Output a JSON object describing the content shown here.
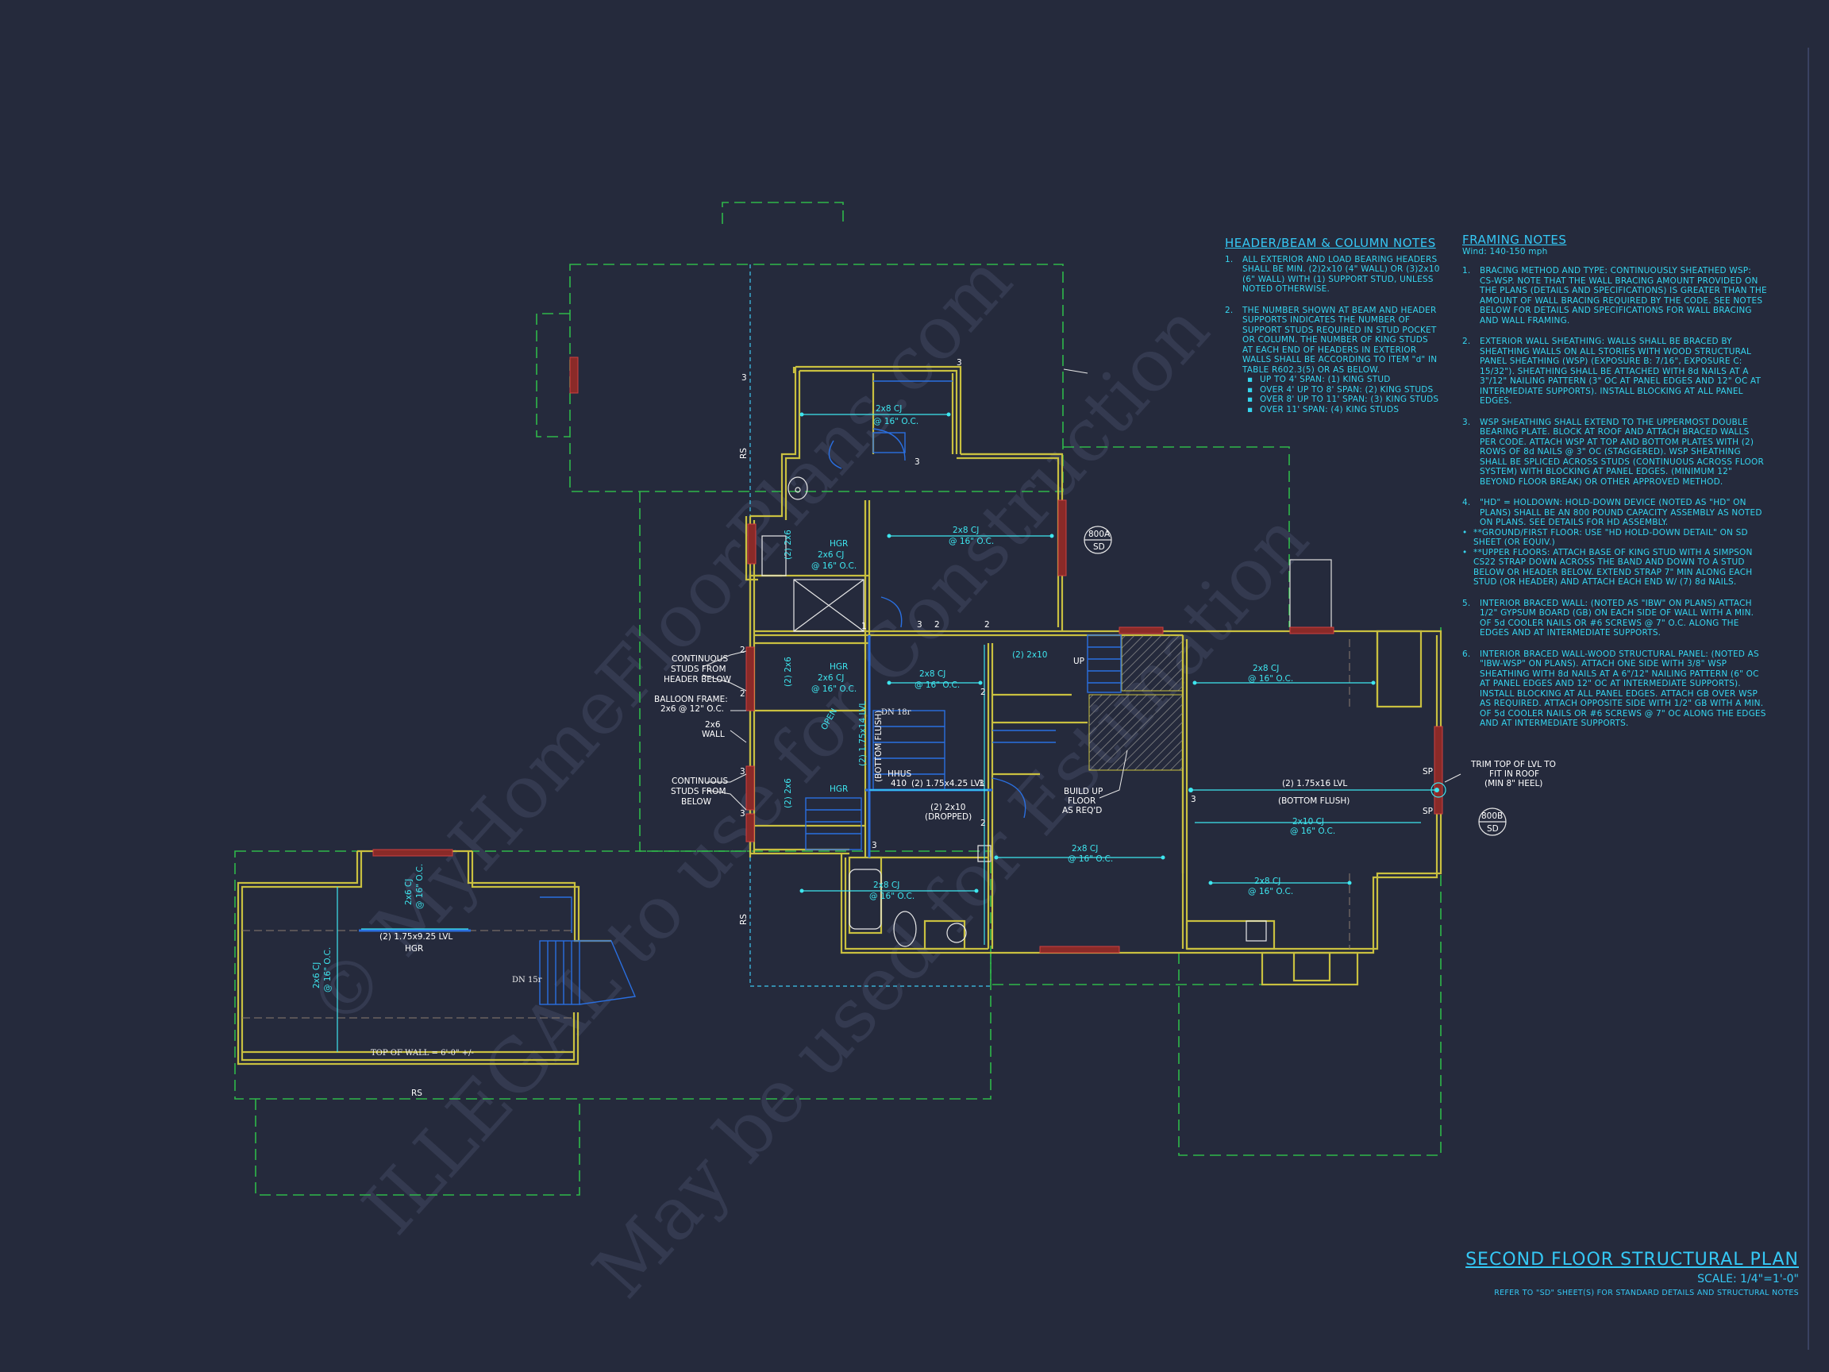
{
  "header_notes": {
    "title": "HEADER/BEAM & COLUMN NOTES",
    "items": [
      {
        "num": "1.",
        "text": "ALL EXTERIOR AND LOAD BEARING HEADERS SHALL BE MIN. (2)2x10 (4\" WALL) OR (3)2x10 (6\" WALL) WITH (1) SUPPORT STUD, UNLESS NOTED OTHERWISE."
      },
      {
        "num": "2.",
        "text": "THE NUMBER SHOWN AT BEAM AND HEADER SUPPORTS INDICATES THE NUMBER OF SUPPORT STUDS REQUIRED IN STUD POCKET OR COLUMN. THE NUMBER OF KING STUDS AT EACH END OF HEADERS IN EXTERIOR WALLS SHALL BE ACCORDING TO ITEM \"d\" IN TABLE R602.3(5) OR AS BELOW."
      }
    ],
    "bullets": [
      "UP TO 4' SPAN: (1) KING STUD",
      "OVER 4' UP TO 8' SPAN: (2) KING STUDS",
      "OVER 8' UP TO 11' SPAN: (3) KING STUDS",
      "OVER 11' SPAN: (4) KING STUDS"
    ]
  },
  "framing_notes": {
    "title": "FRAMING NOTES",
    "subtitle": "Wind: 140-150 mph",
    "items": [
      {
        "num": "1.",
        "text": "BRACING METHOD AND TYPE: CONTINUOUSLY SHEATHED WSP: CS-WSP. NOTE THAT THE WALL BRACING AMOUNT PROVIDED ON THE PLANS (DETAILS AND SPECIFICATIONS) IS GREATER THAN THE AMOUNT OF WALL BRACING REQUIRED BY THE CODE. SEE NOTES BELOW FOR DETAILS AND SPECIFICATIONS FOR WALL BRACING AND WALL FRAMING."
      },
      {
        "num": "2.",
        "text": "EXTERIOR WALL SHEATHING: WALLS SHALL BE BRACED BY SHEATHING WALLS ON ALL STORIES WITH WOOD STRUCTURAL PANEL SHEATHING (WSP) (EXPOSURE B: 7/16\", EXPOSURE C: 15/32\"). SHEATHING SHALL BE ATTACHED WITH 8d NAILS AT A 3\"/12\" NAILING PATTERN (3\" OC AT PANEL EDGES AND 12\" OC AT INTERMEDIATE SUPPORTS). INSTALL BLOCKING AT ALL PANEL EDGES."
      },
      {
        "num": "3.",
        "text": "WSP SHEATHING SHALL EXTEND TO THE UPPERMOST DOUBLE BEARING PLATE. BLOCK AT ROOF AND ATTACH BRACED WALLS PER CODE. ATTACH WSP AT TOP AND BOTTOM PLATES WITH (2) ROWS OF 8d NAILS @ 3\" OC (STAGGERED). WSP SHEATHING SHALL BE SPLICED ACROSS STUDS (CONTINUOUS ACROSS FLOOR SYSTEM) WITH BLOCKING AT PANEL EDGES. (MINIMUM 12\" BEYOND FLOOR BREAK) OR OTHER APPROVED METHOD."
      },
      {
        "num": "4.",
        "text": "\"HD\" = HOLDOWN: HOLD-DOWN DEVICE (NOTED AS \"HD\" ON PLANS) SHALL BE AN 800 POUND CAPACITY ASSEMBLY AS NOTED ON PLANS. SEE DETAILS FOR HD ASSEMBLY.",
        "bullets": [
          "**GROUND/FIRST FLOOR: USE \"HD HOLD-DOWN DETAIL\" ON SD SHEET (OR EQUIV.)",
          "**UPPER FLOORS: ATTACH BASE OF KING STUD WITH A SIMPSON CS22 STRAP DOWN ACROSS THE BAND AND DOWN TO A STUD BELOW OR HEADER BELOW. EXTEND STRAP 7\" MIN ALONG EACH STUD (OR HEADER) AND ATTACH EACH END W/ (7) 8d NAILS."
        ]
      },
      {
        "num": "5.",
        "text": "INTERIOR BRACED WALL: (NOTED AS \"IBW\" ON PLANS) ATTACH 1/2\" GYPSUM BOARD (GB) ON EACH SIDE OF WALL WITH A MIN. OF 5d COOLER NAILS OR #6 SCREWS @ 7\" O.C. ALONG THE EDGES AND AT INTERMEDIATE SUPPORTS."
      },
      {
        "num": "6.",
        "text": "INTERIOR BRACED WALL-WOOD STRUCTURAL PANEL: (NOTED AS \"IBW-WSP\" ON PLANS). ATTACH ONE SIDE WITH 3/8\" WSP SHEATHING WITH 8d NAILS AT A 6\"/12\" NAILING PATTERN (6\" OC AT PANEL EDGES AND 12\" OC AT INTERMEDIATE SUPPORTS). INSTALL BLOCKING AT ALL PANEL EDGES. ATTACH GB OVER WSP AS REQUIRED. ATTACH OPPOSITE SIDE WITH 1/2\" GB WITH A MIN. OF 5d COOLER NAILS OR #6 SCREWS @ 7\" OC ALONG THE EDGES AND AT INTERMEDIATE SUPPORTS."
      }
    ]
  },
  "title_block": {
    "title": "SECOND FLOOR STRUCTURAL PLAN",
    "scale": "SCALE: 1/4\"=1'-0\"",
    "reference": "REFER TO \"SD\" SHEET(S) FOR STANDARD DETAILS AND STRUCTURAL NOTES"
  },
  "plan_labels": {
    "joist_2x8_16": "2x8 CJ",
    "oc_16": "@ 16\" O.C.",
    "oc_16b": "@ 16\" O.C.",
    "hgr": "HGR",
    "lvl_vertical": "(2) 1.75x14 LVL",
    "bottom_flush": "(BOTTOM FLUSH)",
    "open": "OPEN",
    "dn_18r": "DN  18r",
    "up": "UP",
    "two_2x10": "(2) 2x10",
    "two_2x10_dropped": "(2) 2x10",
    "dropped": "(DROPPED)",
    "lvl_425": "(2) 1.75x4.25 LVL",
    "hhus": "HHUS",
    "hhus_num": "410",
    "lvl_16": "(2) 1.75x16 LVL",
    "bottom_flush_2": "(BOTTOM FLUSH)",
    "joist_2x10": "2x10 CJ",
    "build_up_1": "BUILD UP",
    "build_up_2": "FLOOR",
    "build_up_3": "AS REQ'D",
    "trim_1": "TRIM TOP OF LVL TO",
    "trim_2": "FIT IN ROOF",
    "trim_3": "(MIN 8\" HEEL)",
    "cont_1": "CONTINUOUS",
    "cont_2": "STUDS FROM",
    "cont_3": "HEADER BELOW",
    "balloon_1": "BALLOON FRAME:",
    "balloon_2": "2x6 @ 12\" O.C.",
    "wall_1": "2x6",
    "wall_2": "WALL",
    "below_1": "CONTINUOUS",
    "below_2": "STUDS FROM",
    "below_3": "BELOW",
    "stud_2x6": "(2) 2x6",
    "joist_2x6": "2x6 CJ",
    "tag_800a": "800A",
    "tag_800b": "800B",
    "tag_sd": "SD",
    "sp": "SP",
    "rs": "RS",
    "lvl_425_left": "(2) 1.75x9.25 LVL",
    "dn_15r": "DN  15r",
    "top_of_wall": "TOP OF WALL = 6'-0\" +/-",
    "num_1": "1",
    "num_2": "2",
    "num_3": "3"
  },
  "watermark": {
    "line1": "© MyHomeFloorPlans.com",
    "line2": "ILLEGAL to use for Construction",
    "line3": "May be used for Estimation"
  },
  "colors": {
    "background": "#252a3c",
    "wall": "#c9c040",
    "roof_dash": "#2fb84a",
    "dimension": "#3ee6ef",
    "beam": "#2a6fe0",
    "header_red": "#b02a2a"
  }
}
